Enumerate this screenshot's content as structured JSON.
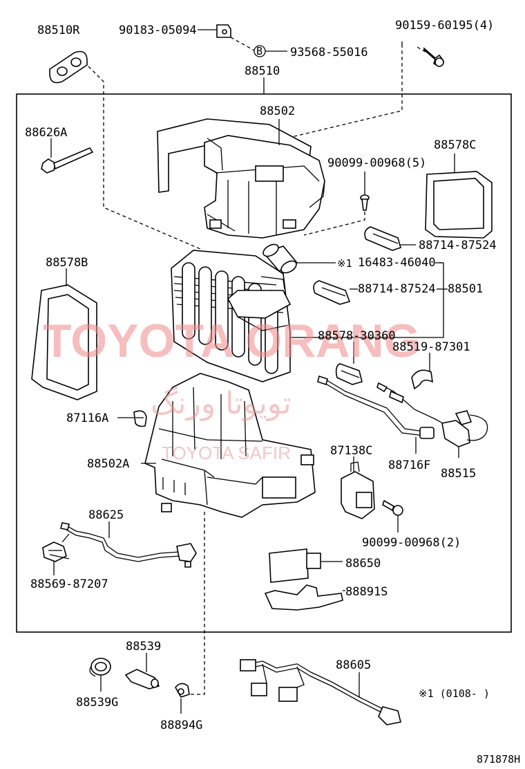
{
  "labels": {
    "p88510R": "88510R",
    "p90183": "90183-05094",
    "p93568": "93568-55016",
    "bMark": "B",
    "p90159": "90159-60195(4)",
    "p88510": "88510",
    "p88502": "88502",
    "p88626A": "88626A",
    "p90099_5": "90099-00968(5)",
    "p88578C": "88578C",
    "p88714a": "88714-87524",
    "note1": "※1",
    "p16483": "16483-46040",
    "p88578B": "88578B",
    "p88714b": "88714-87524",
    "p88501": "88501",
    "p88578_30360": "88578-30360",
    "p88519": "88519-87301",
    "p87116A": "87116A",
    "p87138C": "87138C",
    "p88716F": "88716F",
    "p88515": "88515",
    "p88502A": "88502A",
    "p88625": "88625",
    "p90099_2": "90099-00968(2)",
    "p88569": "88569-87207",
    "p88650": "88650",
    "p88891S": "88891S",
    "p88539": "88539",
    "p88605": "88605",
    "p88539G": "88539G",
    "p88894G": "88894G",
    "footnote": "※1 (0108-     )",
    "figureCode": "871878H"
  },
  "watermark": {
    "main": "TOYOTA ORANG",
    "arabic": "تويوتا ورنگ",
    "sub": "TOYOTA SAFIR",
    "color": "#f08a8a"
  }
}
